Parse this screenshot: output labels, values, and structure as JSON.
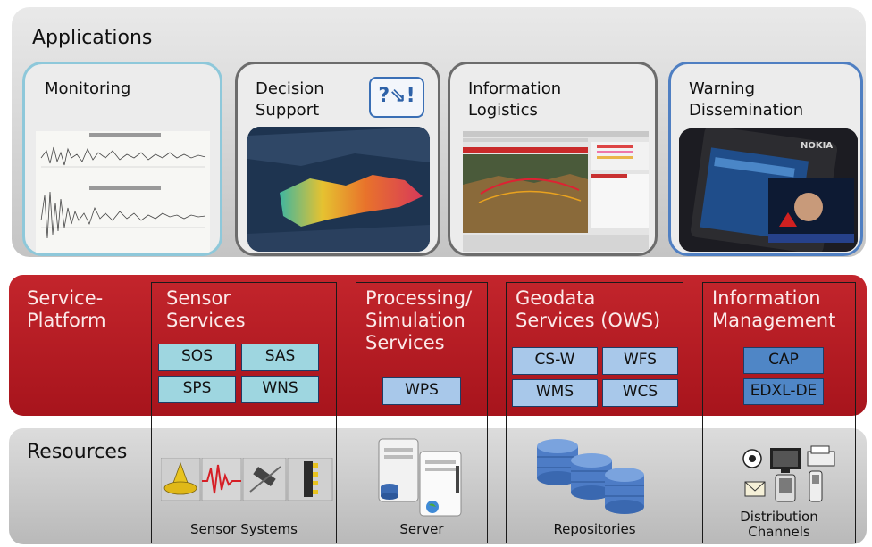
{
  "applications": {
    "title": "Applications",
    "cards": [
      {
        "label": "Monitoring"
      },
      {
        "label": "Decision Support",
        "line1": "Decision",
        "line2": "Support",
        "badge": "?⇘!"
      },
      {
        "label": "Information Logistics",
        "line1": "Information",
        "line2": "Logistics"
      },
      {
        "label": "Warning Dissemination",
        "line1": "Warning",
        "line2": "Dissemination"
      }
    ]
  },
  "service_platform": {
    "title_line1": "Service-",
    "title_line2": "Platform",
    "columns": [
      {
        "title_line1": "Sensor",
        "title_line2": "Services",
        "boxes": [
          "SOS",
          "SAS",
          "SPS",
          "WNS"
        ]
      },
      {
        "title_line1": "Processing/",
        "title_line2": "Simulation",
        "title_line3": "Services",
        "boxes": [
          "WPS"
        ]
      },
      {
        "title_line1": "Geodata",
        "title_line2": "Services (OWS)",
        "boxes": [
          "CS-W",
          "WFS",
          "WMS",
          "WCS"
        ]
      },
      {
        "title_line1": "Information",
        "title_line2": "Management",
        "boxes": [
          "CAP",
          "EDXL-DE"
        ]
      }
    ]
  },
  "resources": {
    "title": "Resources",
    "items": [
      {
        "label": "Sensor Systems"
      },
      {
        "label": "Server"
      },
      {
        "label": "Repositories"
      },
      {
        "label_line1": "Distribution",
        "label_line2": "Channels"
      }
    ]
  },
  "colors": {
    "platform_red": "#b31b22",
    "sensor_box": "#9ed6e0",
    "geo_box": "#a8c8ea",
    "info_box": "#4f86c6",
    "monitoring_border": "#8ec8da",
    "warning_border": "#4f7fc2"
  },
  "thumbnails": {
    "warning_screen": "NOKIA"
  }
}
